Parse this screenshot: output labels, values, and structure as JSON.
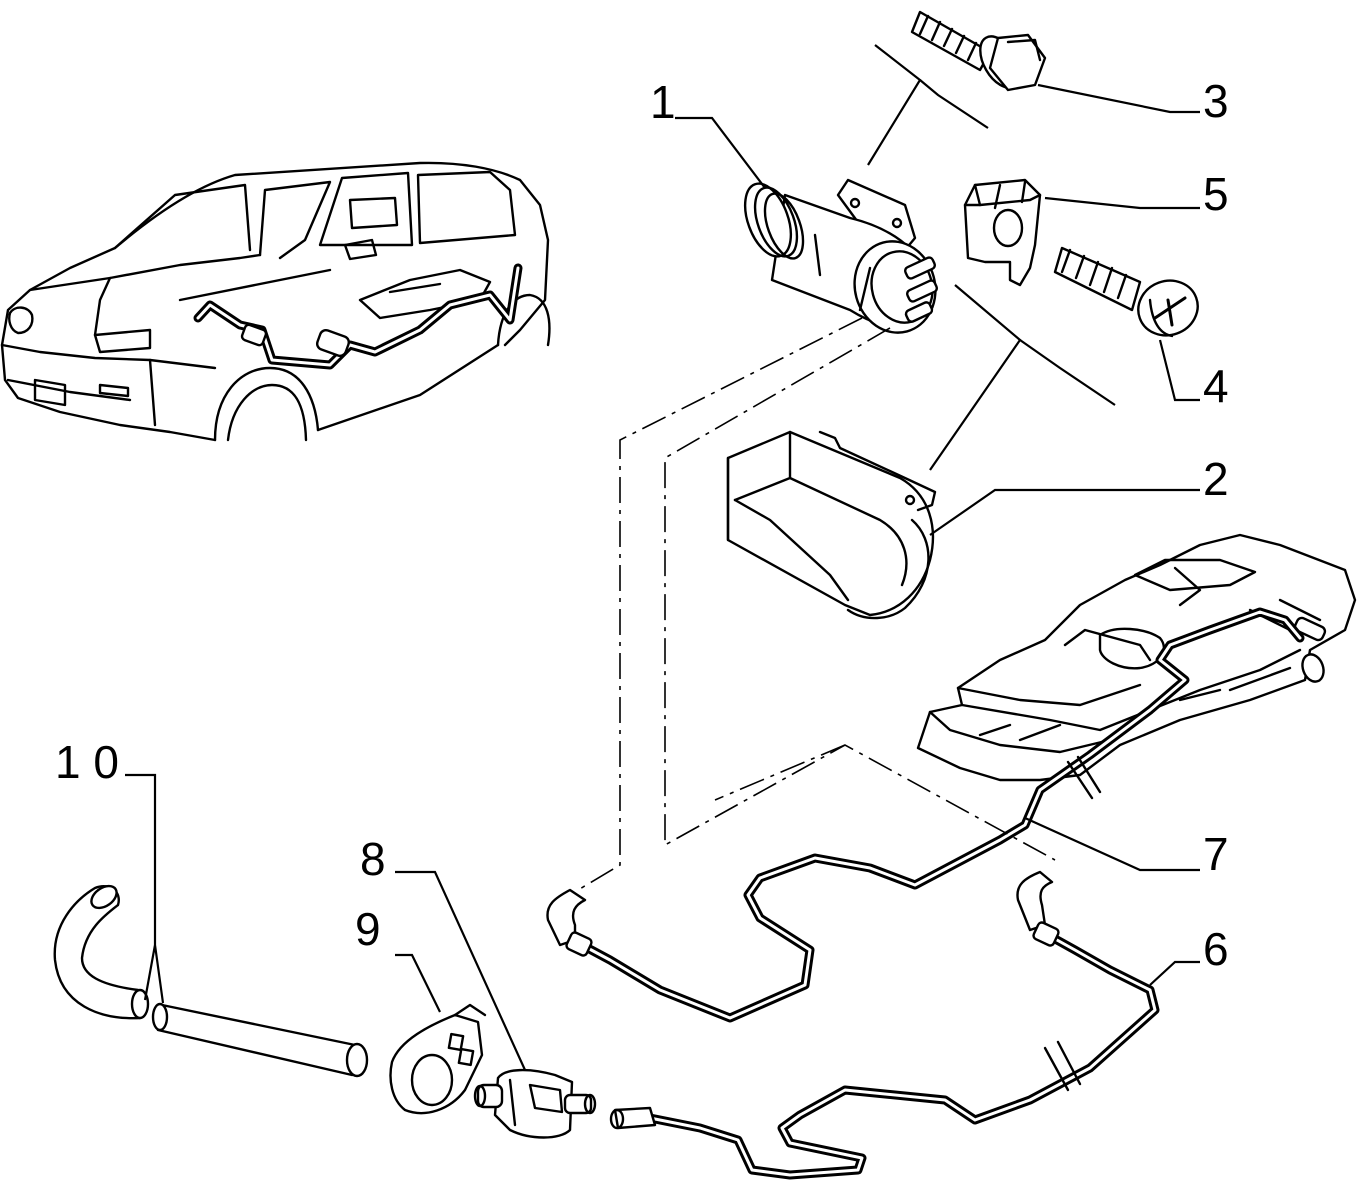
{
  "diagram": {
    "callouts": [
      {
        "id": "1",
        "text": "1"
      },
      {
        "id": "2",
        "text": "2"
      },
      {
        "id": "3",
        "text": "3"
      },
      {
        "id": "4",
        "text": "4"
      },
      {
        "id": "5",
        "text": "5"
      },
      {
        "id": "6",
        "text": "6"
      },
      {
        "id": "7",
        "text": "7"
      },
      {
        "id": "8",
        "text": "8"
      },
      {
        "id": "9",
        "text": "9"
      },
      {
        "id": "10",
        "text": "1 0"
      }
    ],
    "parts": [
      {
        "name": "canister-body"
      },
      {
        "name": "canister-cover"
      },
      {
        "name": "hex-bolt"
      },
      {
        "name": "phillips-screw"
      },
      {
        "name": "clip-nut"
      },
      {
        "name": "vapor-pipe-rear"
      },
      {
        "name": "vapor-pipe-front"
      },
      {
        "name": "purge-valve"
      },
      {
        "name": "mounting-bracket"
      },
      {
        "name": "rubber-hose"
      }
    ]
  }
}
